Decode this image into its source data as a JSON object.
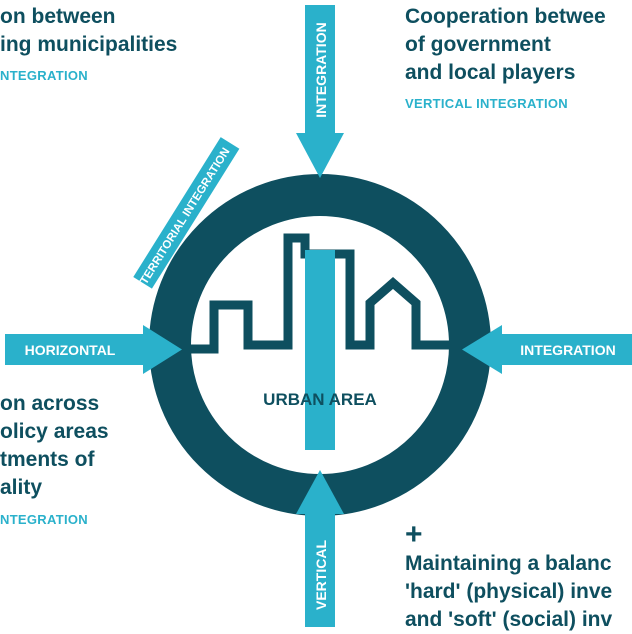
{
  "colors": {
    "dark": "#0e4f5f",
    "accent": "#2ab1cb",
    "background": "#ffffff"
  },
  "diagram": {
    "center_label": "URBAN AREA",
    "arrows": {
      "top": "INTEGRATION",
      "bottom": "VERTICAL",
      "left": "HORIZONTAL",
      "right": "INTEGRATION"
    },
    "ring_banner": "TERRITORIAL INTEGRATION"
  },
  "blocks": {
    "top_left": {
      "lines": [
        "on between",
        "ing municipalities"
      ],
      "tag": "NTEGRATION"
    },
    "top_right": {
      "lines": [
        "Cooperation betwee",
        "of government",
        "and local players"
      ],
      "tag": "VERTICAL INTEGRATION"
    },
    "bottom_left": {
      "lines": [
        "on across",
        "olicy areas",
        "tments of",
        "ality"
      ],
      "tag": "NTEGRATION"
    },
    "bottom_right": {
      "plus": "+",
      "lines": [
        "Maintaining a balanc",
        "'hard' (physical) inve",
        "and 'soft' (social) inv"
      ]
    }
  }
}
